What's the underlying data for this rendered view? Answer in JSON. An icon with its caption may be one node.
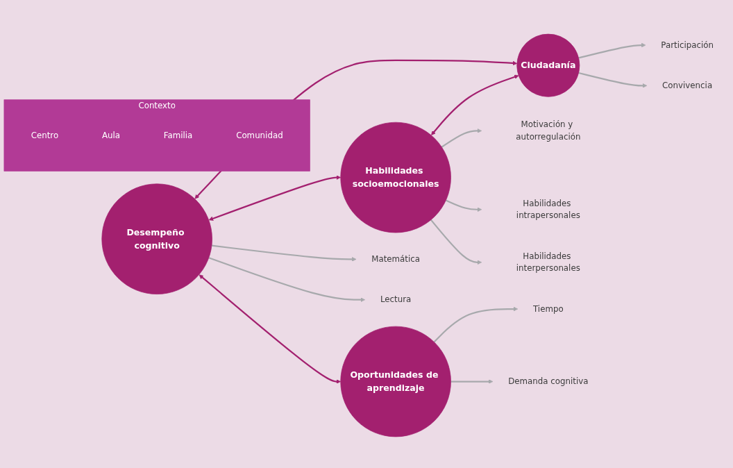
{
  "diagram": {
    "nodes": [
      {
        "text": [
          "Desempeño cognitivo"
        ]
      },
      {
        "text": [
          "Habilidades socioemocionales"
        ]
      },
      {
        "text": [
          "Oportunidades de aprendizaje"
        ]
      },
      {
        "text": [
          "Ciudadanía"
        ]
      },
      {
        "text": [
          "Matemática"
        ]
      },
      {
        "text": [
          "Lectura"
        ]
      },
      {
        "text": [
          "Motivación y autorregulación"
        ]
      },
      {
        "text": [
          "Habilidades intrapersonales"
        ]
      },
      {
        "text": [
          "Habilidades interpersonales"
        ]
      },
      {
        "text": [
          "Tiempo"
        ]
      },
      {
        "text": [
          "Demanda cognitiva"
        ]
      },
      {
        "text": [
          "Participación"
        ]
      },
      {
        "text": [
          "Convivencia"
        ]
      },
      {
        "text": [
          "Contexto"
        ]
      },
      {
        "text": [
          "Centro"
        ],
        "in": 13
      },
      {
        "text": [
          "Aula"
        ],
        "in": 13
      },
      {
        "text": [
          "Familia"
        ],
        "in": 13
      },
      {
        "text": [
          "Comunidad"
        ],
        "in": 13
      }
    ],
    "edges": [
      {
        "from": 0,
        "to": 1,
        "arrow": "both",
        "color": "#a3206f"
      },
      {
        "from": 0,
        "to": 2,
        "arrow": "both",
        "color": "#a3206f"
      },
      {
        "from": 0,
        "to": 3,
        "arrow": "both",
        "color": "#a3206f"
      },
      {
        "from": 1,
        "to": 3,
        "arrow": "both",
        "color": "#a3206f"
      },
      {
        "from": 0,
        "to": 4,
        "arrow": "to"
      },
      {
        "from": 0,
        "to": 5,
        "arrow": "to"
      },
      {
        "from": 1,
        "to": 6,
        "arrow": "to"
      },
      {
        "from": 1,
        "to": 7,
        "arrow": "to"
      },
      {
        "from": 1,
        "to": 8,
        "arrow": "to"
      },
      {
        "from": 2,
        "to": 9,
        "arrow": "to"
      },
      {
        "from": 2,
        "to": 10,
        "arrow": "to"
      },
      {
        "from": 3,
        "to": 11,
        "arrow": "to"
      },
      {
        "from": 3,
        "to": 12,
        "arrow": "to"
      }
    ]
  }
}
